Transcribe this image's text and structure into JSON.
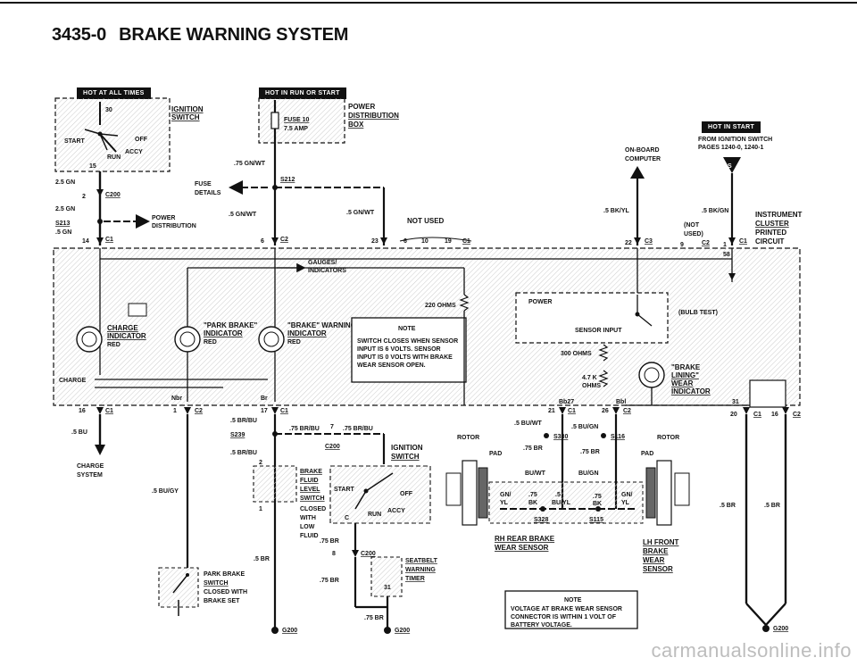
{
  "header": {
    "page_number": "3435-0",
    "title": "BRAKE WARNING SYSTEM"
  },
  "badges": {
    "hot_at_all_times": "HOT AT ALL TIMES",
    "hot_in_run_or_start": "HOT IN RUN OR START",
    "hot_in_start": "HOT IN START"
  },
  "ignition_switch_top": {
    "label_line1": "IGNITION",
    "label_line2": "SWITCH",
    "terminal": "30",
    "start": "START",
    "off": "OFF",
    "accy": "ACCY",
    "run": "RUN",
    "terminal_15": "15"
  },
  "fuse10": {
    "name": "FUSE 10",
    "rating": "7.5 AMP",
    "power_dist_line1": "POWER",
    "power_dist_line2": "DISTRIBUTION",
    "power_dist_line3": "BOX"
  },
  "left_connectors": {
    "wire_25gn_a": "2.5 GN",
    "c200_pin": "2",
    "c200": "C200",
    "wire_25gn_b": "2.5 GN",
    "s213": "S213",
    "wire_5gn": ".5 GN",
    "c1_pin": "14",
    "c1": "C1",
    "power_dist_line1": "POWER",
    "power_dist_line2": "DISTRIBUTION",
    "fuse_details_line1": "FUSE",
    "fuse_details_line2": "DETAILS"
  },
  "mid_wiring": {
    "wire_75gnwt": ".75 GN/WT",
    "s212": "S212",
    "wire_5gnwt_a": ".5 GN/WT",
    "wire_5gnwt_b": ".5 GN/WT",
    "c2_pin": "6",
    "c2": "C2",
    "pin23": "23",
    "not_used": "NOT USED",
    "pin6": "6",
    "pin10": "10",
    "pin19": "19",
    "c1": "C1"
  },
  "onboard_computer": {
    "line1": "ON-BOARD",
    "line2": "COMPUTER",
    "wire": ".5 BK/YL",
    "pin": "22",
    "connector": "C3"
  },
  "ignition_source": {
    "line1": "FROM IGNITION SWITCH",
    "line2": "PAGES 1240-0, 1240-1",
    "wire": ".5 BK/GN",
    "not_used_line1": "(NOT",
    "not_used_line2": "USED)",
    "pin9": "9",
    "c2": "C2",
    "pin1": "1",
    "c1": "C1",
    "symbol": "S"
  },
  "instrument_cluster": {
    "line1": "INSTRUMENT",
    "line2": "CLUSTER",
    "line3": "PRINTED",
    "line4": "CIRCUIT"
  },
  "cluster_internals": {
    "gauges_line1": "GAUGES/",
    "gauges_line2": "INDICATORS",
    "ohms220": "220 OHMS",
    "power": "POWER",
    "bulb_test": "(BULB TEST)",
    "sensor_input": "SENSOR INPUT",
    "ohms300": "300 OHMS",
    "ohms47k_line1": "4.7 K",
    "ohms47k_line2": "OHMS",
    "charge_label": "CHARGE",
    "charge_ind_line1": "CHARGE",
    "charge_ind_line2": "INDICATOR",
    "charge_ind_color": "RED",
    "park_brake_line1": "\"PARK BRAKE\"",
    "park_brake_line2": "INDICATOR",
    "park_brake_color": "RED",
    "brake_warn_line1": "\"BRAKE\" WARNING",
    "brake_warn_line2": "INDICATOR",
    "brake_warn_color": "RED",
    "brake_lining_line1": "\"BRAKE",
    "brake_lining_line2": "LINING\"",
    "brake_lining_line3": "WEAR",
    "brake_lining_line4": "INDICATOR",
    "nbr": "Nbr",
    "br": "Br",
    "bb27": "Bb27",
    "bbl": "Bbl",
    "s8": "58"
  },
  "cluster_note": {
    "title": "NOTE",
    "line1": "SWITCH CLOSES WHEN SENSOR",
    "line2": "INPUT IS 6 VOLTS. SENSOR",
    "line3": "INPUT IS 0 VOLTS WITH BRAKE",
    "line4": "WEAR SENSOR OPEN."
  },
  "bottom_left": {
    "pin16": "16",
    "c1": "C1",
    "wire_5bu": ".5 BU",
    "charge_sys_line1": "CHARGE",
    "charge_sys_line2": "SYSTEM",
    "pin1": "1",
    "c2": "C2",
    "wire_5bugy": ".5 BU/GY",
    "park_line1": "PARK BRAKE",
    "park_line2": "SWITCH",
    "park_line3": "CLOSED WITH",
    "park_line4": "BRAKE SET"
  },
  "bottom_mid": {
    "pin17": "17",
    "c1": "C1",
    "wire_5brbu_a": ".5 BR/BU",
    "s239": "S239",
    "wire_75brbu_a": ".75 BR/BU",
    "pin7": "7",
    "wire_75brbu_b": ".75 BR/BU",
    "c200": "C200",
    "wire_5brbu_b": ".5 BR/BU",
    "pin2": "2",
    "fluid_line1": "BRAKE",
    "fluid_line2": "FLUID",
    "fluid_line3": "LEVEL",
    "fluid_line4": "SWITCH",
    "fluid_line5": "CLOSED",
    "fluid_line6": "WITH",
    "fluid_line7": "LOW",
    "fluid_line8": "FLUID",
    "pin1": "1",
    "wire_5br": ".5 BR",
    "ign_line1": "IGNITION",
    "ign_line2": "SWITCH",
    "start": "START",
    "off": "OFF",
    "accy": "ACCY",
    "run": "RUN",
    "term_c": "C",
    "wire_75br_a": ".75 BR",
    "pin8": "8",
    "c200_b": "C200",
    "seat_line1": "SEATBELT",
    "seat_line2": "WARNING",
    "seat_line3": "TIMER",
    "pin31": "31",
    "wire_75br_b": ".75 BR",
    "wire_75br_c": ".75 BR",
    "g200_a": "G200",
    "g200_b": "G200"
  },
  "bottom_right": {
    "pin21": "21",
    "c1_a": "C1",
    "pin26": "26",
    "c2_a": "C2",
    "wire_5buwt": ".5 BU/WT",
    "wire_5bugn": ".5 BU/GN",
    "s330": "S330",
    "s116": "S116",
    "rotor_a": "ROTOR",
    "rotor_b": "ROTOR",
    "pad_a": "PAD",
    "pad_b": "PAD",
    "wire_75br_a": ".75 BR",
    "wire_75br_b": ".75 BR",
    "buwt": "BU/WT",
    "bugn": "BU/GN",
    "gn": "GN/",
    "yl": "YL",
    "w75a": ".75",
    "bk_a": "BK",
    "w5": ".5",
    "buyl": "BU/YL",
    "w75b": ".75",
    "bk_b": "BK",
    "gn_b": "GN/",
    "yl_b": "YL",
    "s328": "S328",
    "s115": "S115",
    "rh_line1": "RH REAR BRAKE",
    "rh_line2": "WEAR SENSOR",
    "lh_line1": "LH FRONT",
    "lh_line2": "BRAKE",
    "lh_line3": "WEAR",
    "lh_line4": "SENSOR",
    "pin31": "31",
    "pin20": "20",
    "c1_b": "C1",
    "pin16": "16",
    "c2_b": "C2",
    "wire_5br_a": ".5 BR",
    "wire_5br_b": ".5 BR",
    "g200": "G200"
  },
  "bottom_note": {
    "title": "NOTE",
    "line1": "VOLTAGE AT BRAKE WEAR SENSOR",
    "line2": "CONNECTOR IS WITHIN 1 VOLT OF",
    "line3": "BATTERY VOLTAGE."
  },
  "watermark": "carmanualsonline.info"
}
